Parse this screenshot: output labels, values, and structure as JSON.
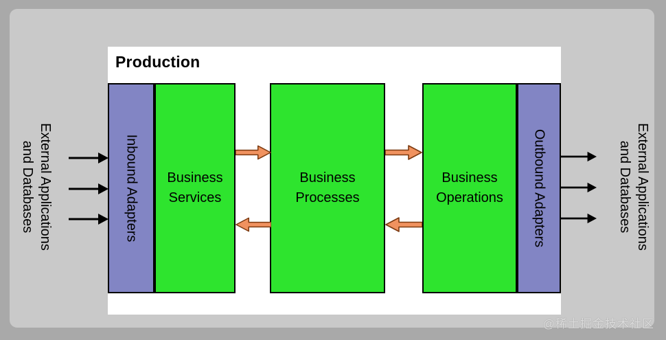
{
  "colors": {
    "frame_gray": "#A9A9A9",
    "panel_gray": "#C9C9C9",
    "production_bg": "#FFFFFF",
    "adapter_purple": "#8285C4",
    "process_green": "#2EE42E",
    "flow_arrow_fill": "#F0925F",
    "flow_arrow_stroke": "#7C3A10",
    "io_arrow_black": "#000000"
  },
  "diagram": {
    "title": "Production",
    "left_external": {
      "line1": "External Applications",
      "line2": "and Databases"
    },
    "right_external": {
      "line1": "External Applications",
      "line2": "and Databases"
    },
    "inbound_label": "Inbound Adapters",
    "outbound_label": "Outbound Adapters",
    "stages": [
      {
        "line1": "Business",
        "line2": "Services"
      },
      {
        "line1": "Business",
        "line2": "Processes"
      },
      {
        "line1": "Business",
        "line2": "Operations"
      }
    ]
  },
  "watermark": "@稀土掘金技术社区"
}
